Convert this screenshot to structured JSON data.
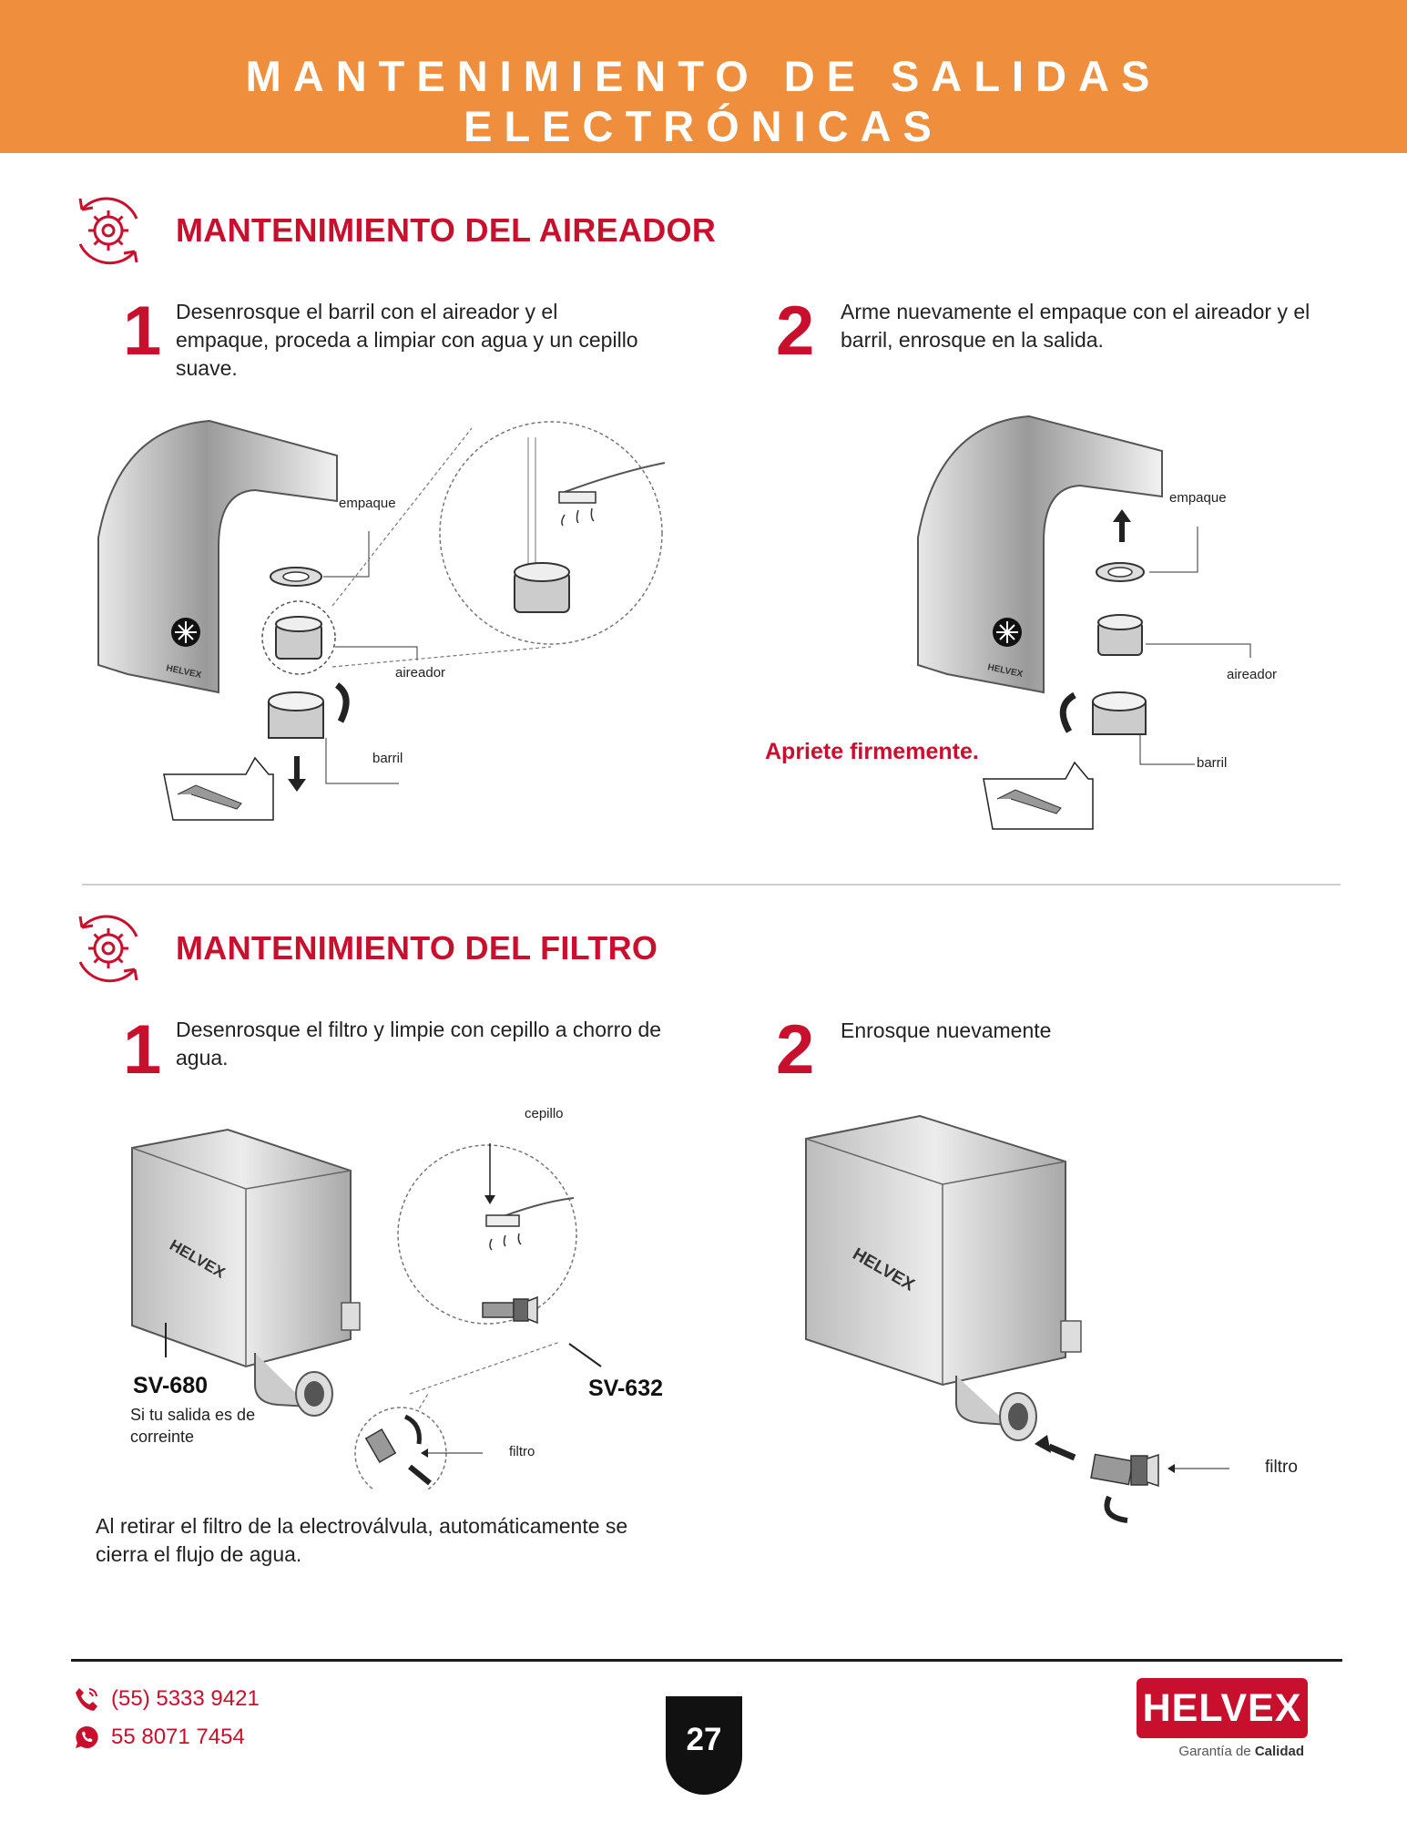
{
  "header": {
    "title": "MANTENIMIENTO DE SALIDAS ELECTRÓNICAS"
  },
  "aerator": {
    "title": "MANTENIMIENTO DEL AIREADOR",
    "step1": {
      "number": "1",
      "text": "Desenrosque el barril con el aireador y el empaque, proceda a limpiar con agua y un cepillo suave."
    },
    "step2": {
      "number": "2",
      "text": "Arme nuevamente el empaque con el aireador y el barril, enrosque en la salida."
    },
    "labels": {
      "gasket": "empaque",
      "aerator": "aireador",
      "barrel": "barril"
    },
    "tighten": "Apriete firmemente."
  },
  "filter": {
    "title": "MANTENIMIENTO DEL FILTRO",
    "step1": {
      "number": "1",
      "text": "Desenrosque el filtro y limpie con cepillo a chorro de agua."
    },
    "step2": {
      "number": "2",
      "text": "Enrosque nuevamente"
    },
    "labels": {
      "brush": "cepillo",
      "filter": "filtro"
    },
    "model_a": "SV-680",
    "model_a_note": "Si tu salida es de correinte",
    "model_b": "SV-632",
    "note": "Al retirar el filtro de la electroválvula, automáticamente se cierra el flujo de agua."
  },
  "device_brand": "HELVEX",
  "footer": {
    "phone": "(55) 5333 9421",
    "whatsapp": "55 8071 7454",
    "page": "27",
    "brand": "HELVEX",
    "tagline_prefix": "Garantía de ",
    "tagline_bold": "Calidad"
  },
  "colors": {
    "header_bg": "#ef8f3e",
    "accent_red": "#c8102e"
  },
  "icons": {
    "section": "gear-refresh-icon",
    "phone": "phone-icon",
    "whatsapp": "whatsapp-icon"
  }
}
